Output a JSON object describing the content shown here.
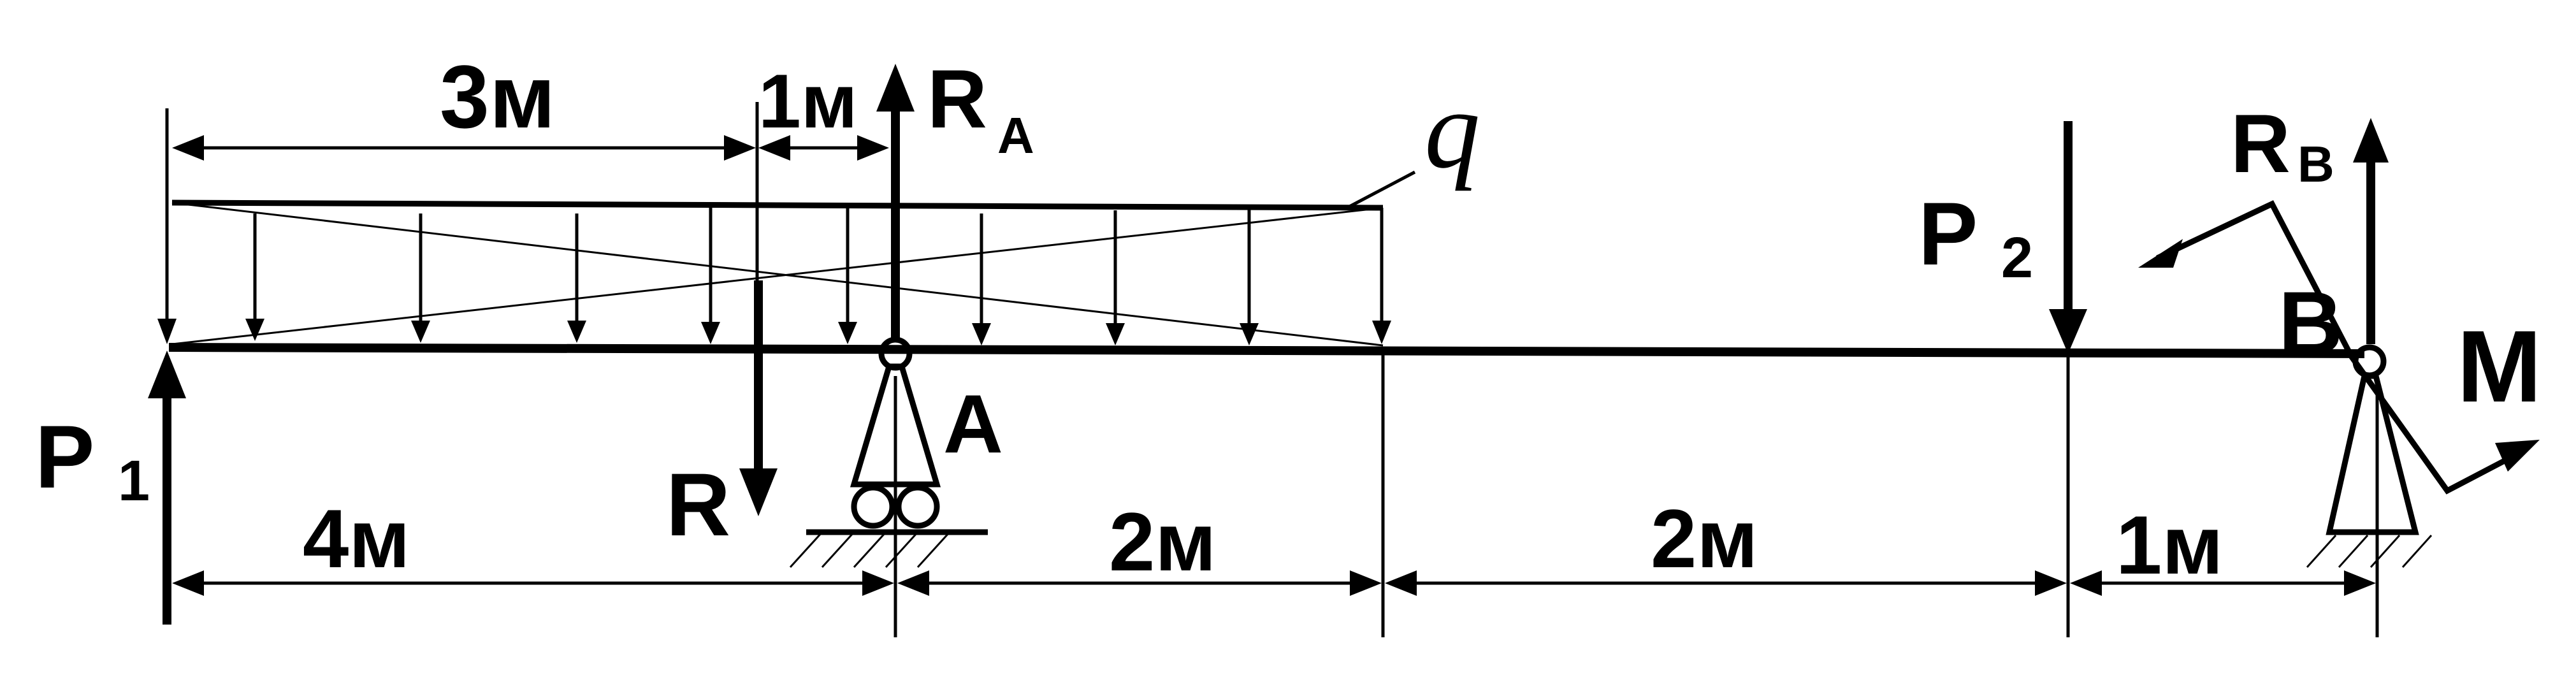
{
  "load": {
    "q_label": "q"
  },
  "forces": {
    "P1": {
      "letter": "P",
      "subscript": "1"
    },
    "P2": {
      "letter": "P",
      "subscript": "2"
    },
    "RA": {
      "letter": "R",
      "subscript": "A"
    },
    "RB": {
      "letter": "R",
      "subscript": "B"
    },
    "R": {
      "letter": "R"
    },
    "M": {
      "letter": "M"
    }
  },
  "supports": {
    "A": "A",
    "B": "B"
  },
  "dimensions": {
    "top_3m": "3м",
    "top_1m": "1м",
    "bottom_4m": "4м",
    "bottom_2m_first": "2м",
    "bottom_2m_second": "2м",
    "bottom_1m": "1м"
  }
}
